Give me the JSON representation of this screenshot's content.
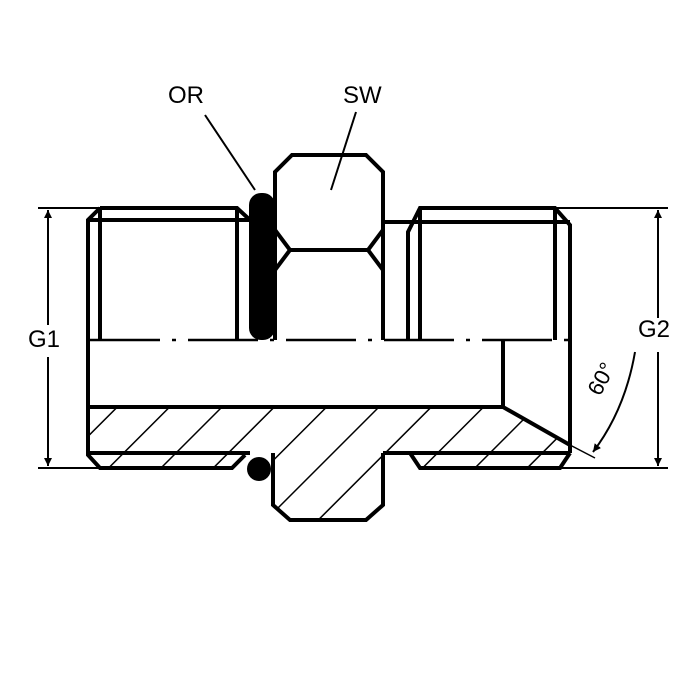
{
  "labels": {
    "o_ring": "OR",
    "wrench_size": "SW",
    "thread_1": "G1",
    "thread_2": "G2",
    "cone_angle": "60°"
  },
  "colors": {
    "line": "#000000",
    "background": "#ffffff"
  }
}
